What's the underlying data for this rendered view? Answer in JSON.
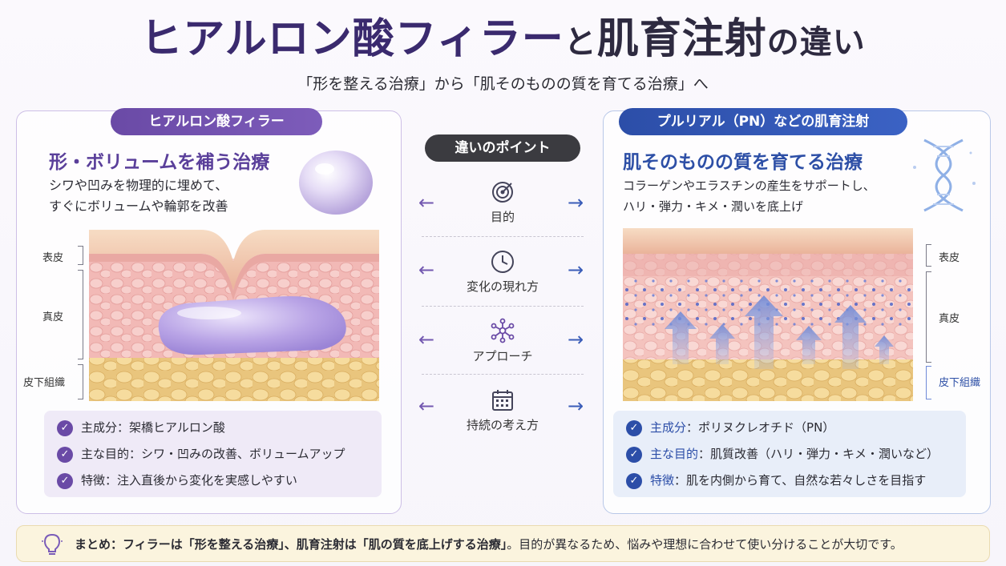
{
  "header": {
    "title_part1": "ヒアルロン酸フィラー",
    "title_part2": "と",
    "title_part3": "肌育注射",
    "title_part4": "の違い",
    "subtitle": "「形を整える治療」から「肌そのものの質を育てる治療」へ"
  },
  "left_panel": {
    "pill": "ヒアルロン酸フィラー",
    "title": "形・ボリュームを補う治療",
    "desc_line1": "シワや凹みを物理的に埋めて、",
    "desc_line2": "すぐにボリュームや輪郭を改善",
    "layers": {
      "epidermis": "表皮",
      "dermis": "真皮",
      "subcutis": "皮下組織"
    },
    "points": [
      "主成分：架橋ヒアルロン酸",
      "主な目的：シワ・凹みの改善、ボリュームアップ",
      "特徴：注入直後から変化を実感しやすい"
    ]
  },
  "center": {
    "pill": "違いのポイント",
    "items": [
      {
        "label": "目的",
        "icon": "target-icon"
      },
      {
        "label": "変化の現れ方",
        "icon": "clock-icon"
      },
      {
        "label": "アプローチ",
        "icon": "network-icon"
      },
      {
        "label": "持続の考え方",
        "icon": "calendar-icon"
      }
    ],
    "arrow_left": "←",
    "arrow_right": "→"
  },
  "right_panel": {
    "pill": "プルリアル（PN）などの肌育注射",
    "title": "肌そのものの質を育てる治療",
    "desc_line1": "コラーゲンやエラスチンの産生をサポートし、",
    "desc_line2": "ハリ・弾力・キメ・潤いを底上げ",
    "layers": {
      "epidermis": "表皮",
      "dermis": "真皮",
      "subcutis": "皮下組織"
    },
    "points": [
      {
        "key": "主成分",
        "sep": "：",
        "value": "ポリヌクレオチド（PN）"
      },
      {
        "key": "主な目的",
        "sep": "：",
        "value": "肌質改善（ハリ・弾力・キメ・潤いなど）"
      },
      {
        "key": "特徴",
        "sep": "：",
        "value": "肌を内側から育て、自然な若々しさを目指す"
      }
    ]
  },
  "summary": {
    "lead": "まとめ：フィラーは",
    "q1": "「形を整える治療」",
    "mid": "、肌育注射は",
    "q2": "「肌の質を底上げする治療」",
    "tail": "。目的が異なるため、悩みや理想に合わせて使い分けることが大切です。"
  },
  "colors": {
    "purple": "#6a4aa6",
    "blue": "#2c4ea8",
    "dark": "#3b3b40",
    "summary_bg": "#fbf4de"
  }
}
